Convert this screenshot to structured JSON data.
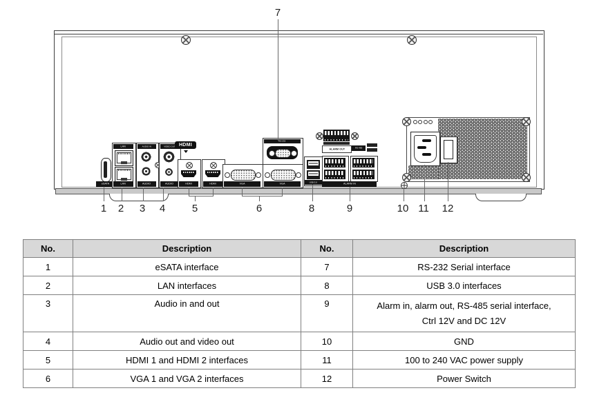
{
  "diagram": {
    "callouts": {
      "n1": "1",
      "n2": "2",
      "n3": "3",
      "n4": "4",
      "n5": "5",
      "n6": "6",
      "n7": "7",
      "n8": "8",
      "n9": "9",
      "n10": "10",
      "n11": "11",
      "n12": "12"
    },
    "port_labels": {
      "esata": "eSATA",
      "lan_top": "LAN",
      "lan_bottom": "LAN",
      "audio_top": "AUDIO IN",
      "audio_bottom": "AUDIO",
      "video_top": "VIDEO OUT",
      "video_bottom": "AUDIO",
      "hdmi_logo": "HDMI",
      "hdmi1": "HDMI",
      "hdmi2": "HDMI",
      "rs232": "RS-232",
      "vga1": "VGA",
      "vga2": "VGA",
      "usb": "USB 3.0",
      "alarm_out": "ALARM OUT",
      "rs485": "RS-485",
      "alarm_in": "ALARM IN"
    }
  },
  "table": {
    "headers": {
      "no_left": "No.",
      "desc_left": "Description",
      "no_right": "No.",
      "desc_right": "Description"
    },
    "rows": [
      {
        "no_left": "1",
        "desc_left": "eSATA interface",
        "no_right": "7",
        "desc_right": "RS-232 Serial interface"
      },
      {
        "no_left": "2",
        "desc_left": "LAN interfaces",
        "no_right": "8",
        "desc_right": "USB 3.0 interfaces"
      },
      {
        "no_left": "3",
        "desc_left": "Audio in and out",
        "no_right": "9",
        "desc_right": "Alarm in, alarm out, RS-485 serial interface,",
        "desc_right_line2": "Ctrl 12V and DC 12V"
      },
      {
        "no_left": "4",
        "desc_left": "Audio out and video out",
        "no_right": "10",
        "desc_right": "GND"
      },
      {
        "no_left": "5",
        "desc_left": "HDMI 1 and HDMI 2 interfaces",
        "no_right": "11",
        "desc_right": "100 to 240 VAC power supply"
      },
      {
        "no_left": "6",
        "desc_left": "VGA 1 and VGA 2 interfaces",
        "no_right": "12",
        "desc_right": "Power Switch"
      }
    ]
  },
  "colors": {
    "table_header_bg": "#d8d8d8",
    "table_border": "#7f7f7f",
    "diagram_line": "#3c3c3c",
    "base_band": "#c9c9c9"
  }
}
